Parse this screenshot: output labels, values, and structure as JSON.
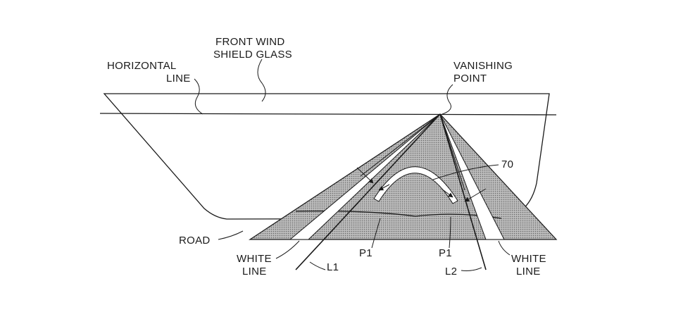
{
  "labels": {
    "windshield_line1": "FRONT WIND",
    "windshield_line2": "SHIELD GLASS",
    "horizontal_line1": "HORIZONTAL",
    "horizontal_line2": "LINE",
    "vanishing_line1": "VANISHING",
    "vanishing_line2": "POINT",
    "ref_70": "70",
    "road": "ROAD",
    "white_line_left1": "WHITE",
    "white_line_left2": "LINE",
    "l1": "L1",
    "p1_left": "P1",
    "p1_right": "P1",
    "l2": "L2",
    "white_line_right1": "WHITE",
    "white_line_right2": "LINE"
  }
}
